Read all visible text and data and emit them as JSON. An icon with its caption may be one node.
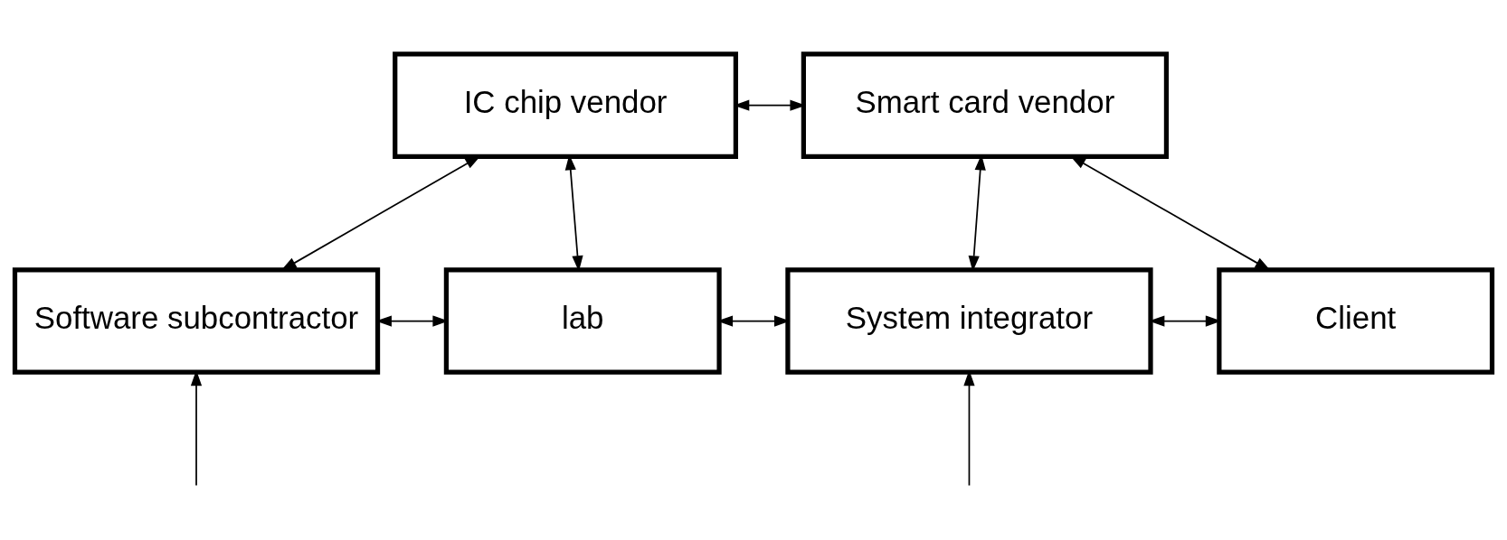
{
  "diagram": {
    "nodes": [
      {
        "text": [
          "IC chip vendor"
        ]
      },
      {
        "text": [
          "Smart card vendor"
        ]
      },
      {
        "text": [
          "Software subcontractor"
        ]
      },
      {
        "text": [
          "lab"
        ]
      },
      {
        "text": [
          "System integrator"
        ]
      },
      {
        "text": [
          "Client"
        ]
      }
    ],
    "edges": [
      {
        "from": 0,
        "to": 1,
        "arrow": "both"
      },
      {
        "from": 0,
        "to": 3,
        "arrow": "both"
      },
      {
        "from": 0,
        "to": 2,
        "arrow": "both"
      },
      {
        "from": 1,
        "to": 4,
        "arrow": "both"
      },
      {
        "from": 1,
        "to": 5,
        "arrow": "both"
      },
      {
        "from": 2,
        "to": 3,
        "arrow": "both"
      },
      {
        "from": 3,
        "to": 4,
        "arrow": "both"
      },
      {
        "from": 4,
        "to": 5,
        "arrow": "both"
      },
      {
        "from": null,
        "to": 2,
        "arrow": "to"
      },
      {
        "from": null,
        "to": 4,
        "arrow": "to"
      }
    ]
  }
}
